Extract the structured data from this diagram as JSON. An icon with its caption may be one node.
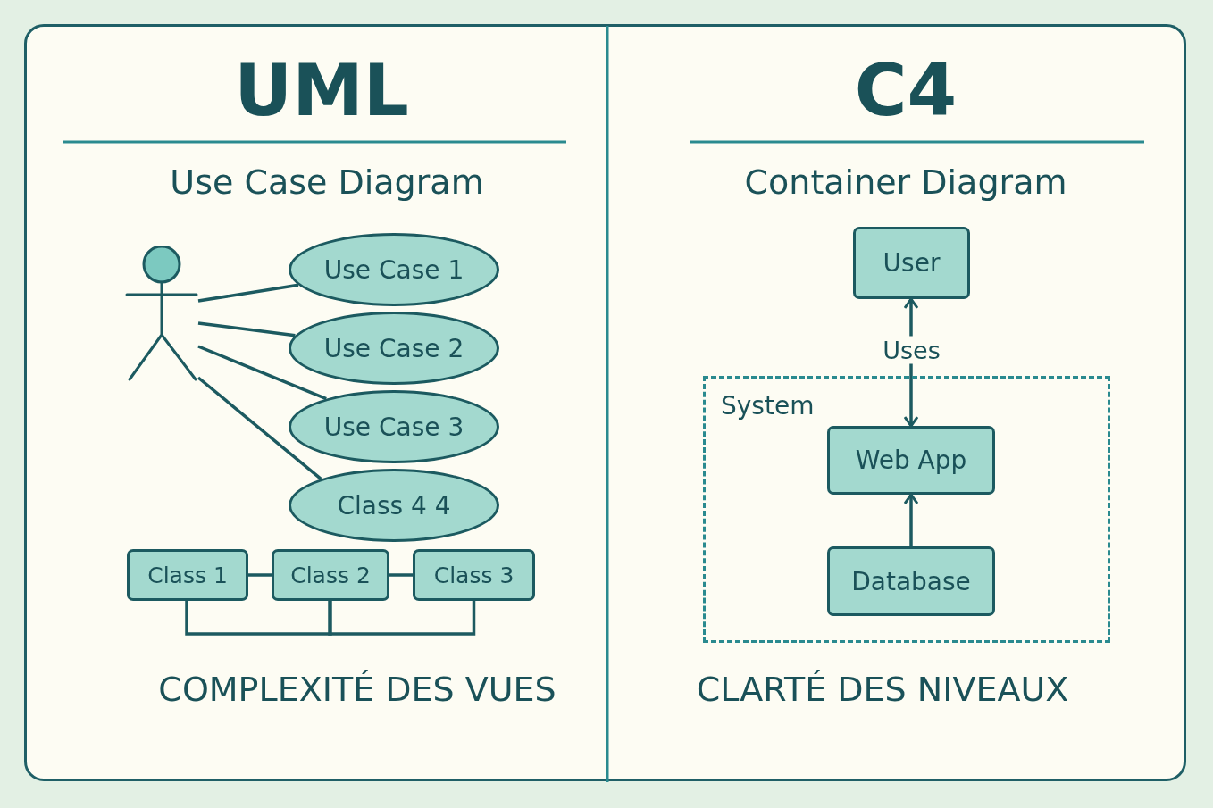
{
  "diagram": {
    "nodes": [
      {
        "text": [],
        "shape": "person"
      },
      {
        "text": [
          "Use Case 1"
        ]
      },
      {
        "text": [
          "Use Case 2"
        ]
      },
      {
        "text": [
          "Use Case 3"
        ]
      },
      {
        "text": [
          "Class 4 4"
        ]
      },
      {
        "text": [
          "Class 1"
        ]
      },
      {
        "text": [
          "Class 2"
        ]
      },
      {
        "text": [
          "Class 3"
        ]
      },
      {
        "text": [
          "System"
        ]
      },
      {
        "text": [
          "User"
        ]
      },
      {
        "text": [
          "Web App"
        ],
        "in": 8
      },
      {
        "text": [
          "Database"
        ],
        "in": 8
      }
    ],
    "edges": [
      {
        "from": 0,
        "to": 1,
        "arrow": "none"
      },
      {
        "from": 0,
        "to": 2,
        "arrow": "none"
      },
      {
        "from": 0,
        "to": 3,
        "arrow": "none"
      },
      {
        "from": 0,
        "to": 4,
        "arrow": "none"
      },
      {
        "from": 5,
        "to": 6,
        "arrow": "none"
      },
      {
        "from": 6,
        "to": 7,
        "arrow": "none"
      },
      {
        "from": 5,
        "to": 6,
        "arrow": "none"
      },
      {
        "from": 6,
        "to": 7,
        "arrow": "none"
      },
      {
        "from": 9,
        "to": 10,
        "arrow": "both",
        "label": "Uses"
      },
      {
        "from": 11,
        "to": 10,
        "arrow": "to"
      }
    ],
    "labels": [
      "UML",
      "Use Case Diagram",
      "COMPLEXITÉ DES VUES",
      "C4",
      "Container Diagram",
      "CLARTÉ DES NIVEAUX"
    ]
  }
}
